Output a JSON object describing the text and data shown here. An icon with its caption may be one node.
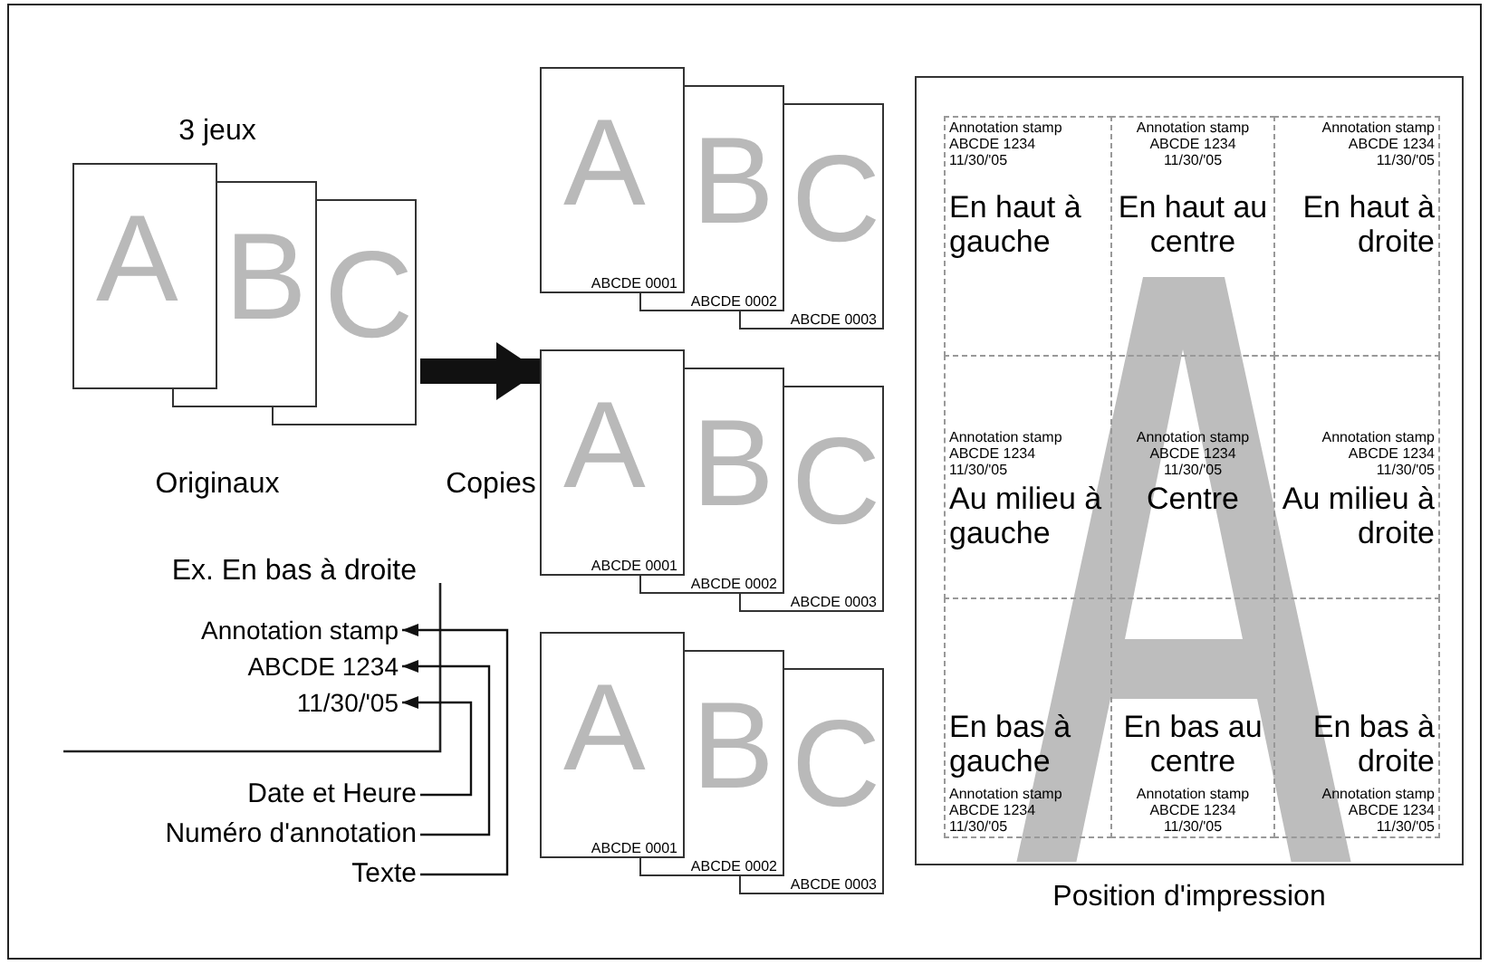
{
  "diagram": {
    "nodes": [
      {
        "text": [
          "A"
        ]
      },
      {
        "text": [
          "B"
        ]
      },
      {
        "text": [
          "C"
        ]
      },
      {
        "text": [
          "A",
          "ABCDE 0001"
        ]
      },
      {
        "text": [
          "B",
          "ABCDE 0002"
        ]
      },
      {
        "text": [
          "C",
          "ABCDE 0003"
        ]
      },
      {
        "text": [
          "A",
          "ABCDE 0001"
        ]
      },
      {
        "text": [
          "B",
          "ABCDE 0002"
        ]
      },
      {
        "text": [
          "C",
          "ABCDE 0003"
        ]
      },
      {
        "text": [
          "A",
          "ABCDE 0001"
        ]
      },
      {
        "text": [
          "B",
          "ABCDE 0002"
        ]
      },
      {
        "text": [
          "C",
          "ABCDE 0003"
        ]
      },
      {
        "text": [
          "Annotation stamp"
        ]
      },
      {
        "text": [
          "ABCDE 1234"
        ]
      },
      {
        "text": [
          "11/30/'05"
        ]
      },
      {
        "text": [
          "Date et Heure"
        ]
      },
      {
        "text": [
          "Numéro d'annotation"
        ]
      },
      {
        "text": [
          "Texte"
        ]
      },
      {
        "text": [],
        "shape": "box"
      },
      {
        "text": [
          "Annotation stamp",
          "ABCDE 1234",
          "11/30/'05",
          "En haut à gauche"
        ],
        "in": 18
      },
      {
        "text": [
          "Annotation stamp",
          "ABCDE 1234",
          "11/30/'05",
          "En haut au centre"
        ],
        "in": 18
      },
      {
        "text": [
          "Annotation stamp",
          "ABCDE 1234",
          "11/30/'05",
          "En haut à droite"
        ],
        "in": 18
      },
      {
        "text": [
          "Annotation stamp",
          "ABCDE 1234",
          "11/30/'05",
          "Au milieu à gauche"
        ],
        "in": 18
      },
      {
        "text": [
          "Annotation stamp",
          "ABCDE 1234",
          "11/30/'05",
          "Centre"
        ],
        "in": 18
      },
      {
        "text": [
          "Annotation stamp",
          "ABCDE 1234",
          "11/30/'05",
          "Au milieu à droite"
        ],
        "in": 18
      },
      {
        "text": [
          "En bas à gauche",
          "Annotation stamp",
          "ABCDE 1234",
          "11/30/'05"
        ],
        "in": 18
      },
      {
        "text": [
          "En bas au centre",
          "Annotation stamp",
          "ABCDE 1234",
          "11/30/'05"
        ],
        "in": 18
      },
      {
        "text": [
          "En bas à droite",
          "Annotation stamp",
          "ABCDE 1234",
          "11/30/'05"
        ],
        "in": 18
      }
    ],
    "edges": [
      {
        "from": 2,
        "to": 6,
        "arrow": "to",
        "style": "thick"
      },
      {
        "from": 15,
        "to": 14,
        "arrow": "to"
      },
      {
        "from": 16,
        "to": 13,
        "arrow": "to"
      },
      {
        "from": 17,
        "to": 12,
        "arrow": "to"
      }
    ],
    "labels": [
      "3 jeux",
      "Originaux",
      "Copies",
      "Ex. En bas à droite",
      "Position d'impression"
    ]
  }
}
